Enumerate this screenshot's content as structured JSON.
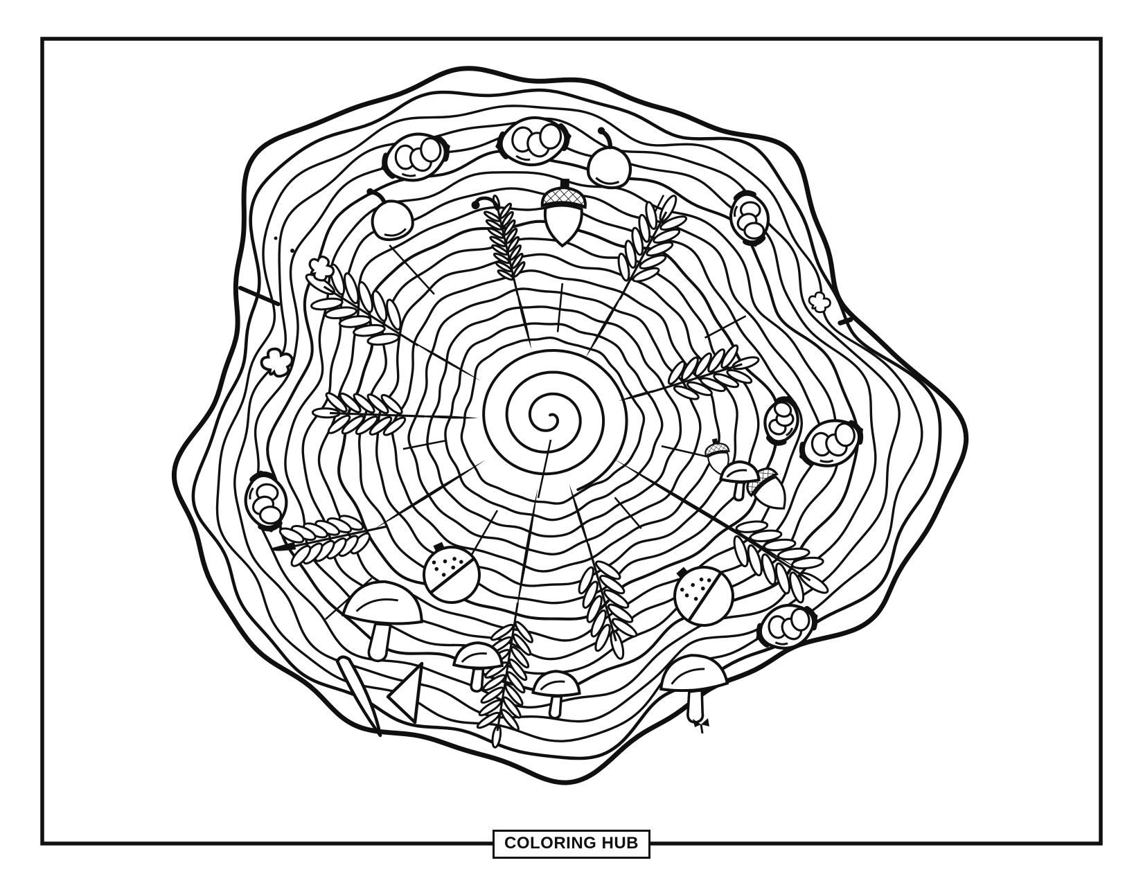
{
  "page": {
    "background": "#ffffff",
    "ink": "#101010",
    "paper_margin_frame": true
  },
  "footer": {
    "label": "COLORING HUB"
  },
  "artwork": {
    "subject": "tree-stump-growth-rings-coloring-page",
    "center_motif": "spiral",
    "elements": [
      "tree-rings",
      "ring-cracks",
      "rowan-leaves",
      "feather-leaves",
      "wheat-leaf",
      "pinecones",
      "acorns",
      "hazelnuts",
      "mushrooms",
      "twigs",
      "bark-notch"
    ],
    "counts": {
      "rings": 17,
      "cracks": 9,
      "leaves": 9,
      "pinecones": 7,
      "acorns": 5,
      "nuts": 2,
      "mushrooms": 5,
      "twigs": 3
    }
  }
}
